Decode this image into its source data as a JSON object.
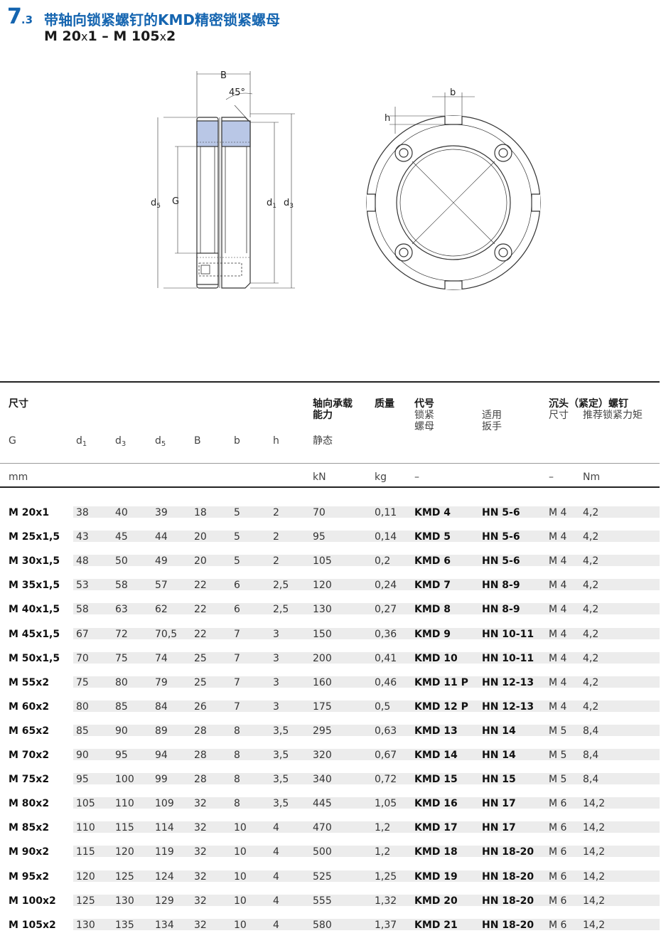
{
  "section": {
    "num": "7",
    "sub": ".3",
    "title": "带轴向锁紧螺钉的KMD精密锁紧螺母"
  },
  "range": {
    "a": "M 20",
    "ax": "x",
    "a2": "1 – M 105",
    "bx": "x",
    "b2": "2"
  },
  "drawing_labels": {
    "B": "B",
    "angle": "45°",
    "d5": "d",
    "d5s": "5",
    "G": "G",
    "d1": "d",
    "d1s": "1",
    "d3": "d",
    "d3s": "3",
    "b": "b",
    "h": "h"
  },
  "header": {
    "size": "尺寸",
    "load": "轴向承载",
    "load2": "能力",
    "mass": "质量",
    "code": "代号",
    "nut": "锁紧",
    "nut2": "螺母",
    "wrench": "适用",
    "wrench2": "扳手",
    "screw": "沉头（紧定）螺钉",
    "screw_size": "尺寸",
    "torque": "推荐锁紧力矩",
    "static": "静态",
    "G": "G",
    "d": "d",
    "s1": "1",
    "s3": "3",
    "s5": "5",
    "B": "B",
    "b": "b",
    "h": "h",
    "u_mm": "mm",
    "u_kn": "kN",
    "u_kg": "kg",
    "u_dash1": "–",
    "u_dash2": "–",
    "u_nm": "Nm"
  },
  "rows": [
    [
      "M 20x1",
      "38",
      "40",
      "39",
      "18",
      "5",
      "2",
      "70",
      "0,11",
      "KMD 4",
      "HN 5-6",
      "M 4",
      "4,2"
    ],
    [
      "M 25x1,5",
      "43",
      "45",
      "44",
      "20",
      "5",
      "2",
      "95",
      "0,14",
      "KMD 5",
      "HN 5-6",
      "M 4",
      "4,2"
    ],
    [
      "M 30x1,5",
      "48",
      "50",
      "49",
      "20",
      "5",
      "2",
      "105",
      "0,2",
      "KMD 6",
      "HN 5-6",
      "M 4",
      "4,2"
    ],
    [
      "M 35x1,5",
      "53",
      "58",
      "57",
      "22",
      "6",
      "2,5",
      "120",
      "0,24",
      "KMD 7",
      "HN 8-9",
      "M 4",
      "4,2"
    ],
    [
      "M 40x1,5",
      "58",
      "63",
      "62",
      "22",
      "6",
      "2,5",
      "130",
      "0,27",
      "KMD 8",
      "HN 8-9",
      "M 4",
      "4,2"
    ],
    [
      "M 45x1,5",
      "67",
      "72",
      "70,5",
      "22",
      "7",
      "3",
      "150",
      "0,36",
      "KMD 9",
      "HN 10-11",
      "M 4",
      "4,2"
    ],
    [
      "M 50x1,5",
      "70",
      "75",
      "74",
      "25",
      "7",
      "3",
      "200",
      "0,41",
      "KMD 10",
      "HN 10-11",
      "M 4",
      "4,2"
    ],
    [
      "M 55x2",
      "75",
      "80",
      "79",
      "25",
      "7",
      "3",
      "160",
      "0,46",
      "KMD 11 P",
      "HN 12-13",
      "M 4",
      "4,2"
    ],
    [
      "M 60x2",
      "80",
      "85",
      "84",
      "26",
      "7",
      "3",
      "175",
      "0,5",
      "KMD 12 P",
      "HN 12-13",
      "M 4",
      "4,2"
    ],
    [
      "M 65x2",
      "85",
      "90",
      "89",
      "28",
      "8",
      "3,5",
      "295",
      "0,63",
      "KMD 13",
      "HN 14",
      "M 5",
      "8,4"
    ],
    [
      "M 70x2",
      "90",
      "95",
      "94",
      "28",
      "8",
      "3,5",
      "320",
      "0,67",
      "KMD 14",
      "HN 14",
      "M 5",
      "8,4"
    ],
    [
      "M 75x2",
      "95",
      "100",
      "99",
      "28",
      "8",
      "3,5",
      "340",
      "0,72",
      "KMD 15",
      "HN 15",
      "M 5",
      "8,4"
    ],
    [
      "M 80x2",
      "105",
      "110",
      "109",
      "32",
      "8",
      "3,5",
      "445",
      "1,05",
      "KMD 16",
      "HN 17",
      "M 6",
      "14,2"
    ],
    [
      "M 85x2",
      "110",
      "115",
      "114",
      "32",
      "10",
      "4",
      "470",
      "1,2",
      "KMD 17",
      "HN 17",
      "M 6",
      "14,2"
    ],
    [
      "M 90x2",
      "115",
      "120",
      "119",
      "32",
      "10",
      "4",
      "500",
      "1,2",
      "KMD 18",
      "HN 18-20",
      "M 6",
      "14,2"
    ],
    [
      "M 95x2",
      "120",
      "125",
      "124",
      "32",
      "10",
      "4",
      "525",
      "1,25",
      "KMD 19",
      "HN 18-20",
      "M 6",
      "14,2"
    ],
    [
      "M 100x2",
      "125",
      "130",
      "129",
      "32",
      "10",
      "4",
      "555",
      "1,32",
      "KMD 20",
      "HN 18-20",
      "M 6",
      "14,2"
    ],
    [
      "M 105x2",
      "130",
      "135",
      "134",
      "32",
      "10",
      "4",
      "580",
      "1,37",
      "KMD 21",
      "HN 18-20",
      "M 6",
      "14,2"
    ]
  ]
}
